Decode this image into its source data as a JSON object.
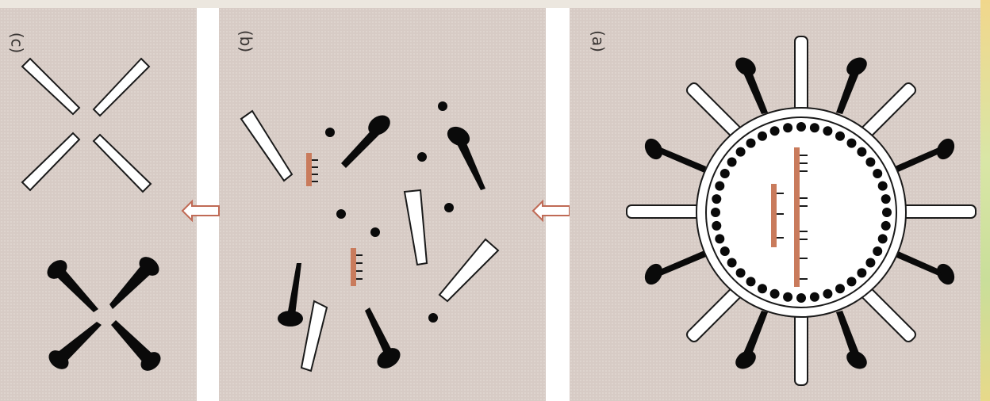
{
  "panels": [
    {
      "id": "c",
      "label": "(c)"
    },
    {
      "id": "b",
      "label": "(b)"
    },
    {
      "id": "a",
      "label": "(a)"
    }
  ],
  "colors": {
    "background": "#d7cbc5",
    "spike_black": "#0a0a0a",
    "spike_white": "#ffffff",
    "genome_segment": "#c97b5c",
    "arrow_outline": "#c06a55"
  }
}
